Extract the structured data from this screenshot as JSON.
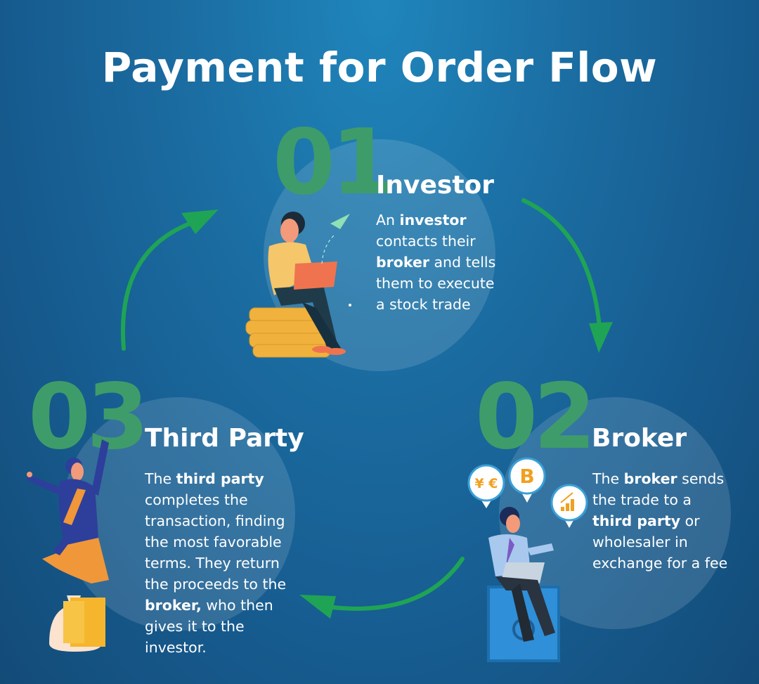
{
  "title": "Payment for Order Flow",
  "steps": [
    {
      "number": "01",
      "heading": "Investor",
      "description_parts": [
        {
          "text": "An ",
          "bold": false
        },
        {
          "text": "investor",
          "bold": true
        },
        {
          "text": " contacts their ",
          "bold": false
        },
        {
          "text": "broker",
          "bold": true
        },
        {
          "text": " and tells them to execute a stock trade",
          "bold": false
        }
      ],
      "illustration": "person-with-laptop-on-coins-illustration"
    },
    {
      "number": "02",
      "heading": "Broker",
      "description_parts": [
        {
          "text": "The ",
          "bold": false
        },
        {
          "text": "broker",
          "bold": true
        },
        {
          "text": " sends the trade to a ",
          "bold": false
        },
        {
          "text": "third party",
          "bold": true
        },
        {
          "text": " or wholesaler in exchange for a fee",
          "bold": false
        }
      ],
      "illustration": "broker-on-safe-with-currency-bubbles-illustration",
      "bubbles": [
        {
          "icon": "yen-euro-exchange-icon",
          "glyph": "¥ €"
        },
        {
          "icon": "bitcoin-icon",
          "glyph": "B"
        },
        {
          "icon": "growth-chart-icon",
          "glyph": ""
        }
      ]
    },
    {
      "number": "03",
      "heading": "Third Party",
      "description_parts": [
        {
          "text": "The ",
          "bold": false
        },
        {
          "text": "third party",
          "bold": true
        },
        {
          "text": " completes the transaction, finding the most favorable terms. They return the proceeds to the ",
          "bold": false
        },
        {
          "text": "broker,",
          "bold": true
        },
        {
          "text": " who then gives it to the investor.",
          "bold": false
        }
      ],
      "illustration": "jumping-person-with-money-bag-illustration"
    }
  ],
  "colors": {
    "background": "#1b6ea3",
    "number": "#3e9c6a",
    "arrow": "#1fa455",
    "coin": "#f0b23c"
  }
}
